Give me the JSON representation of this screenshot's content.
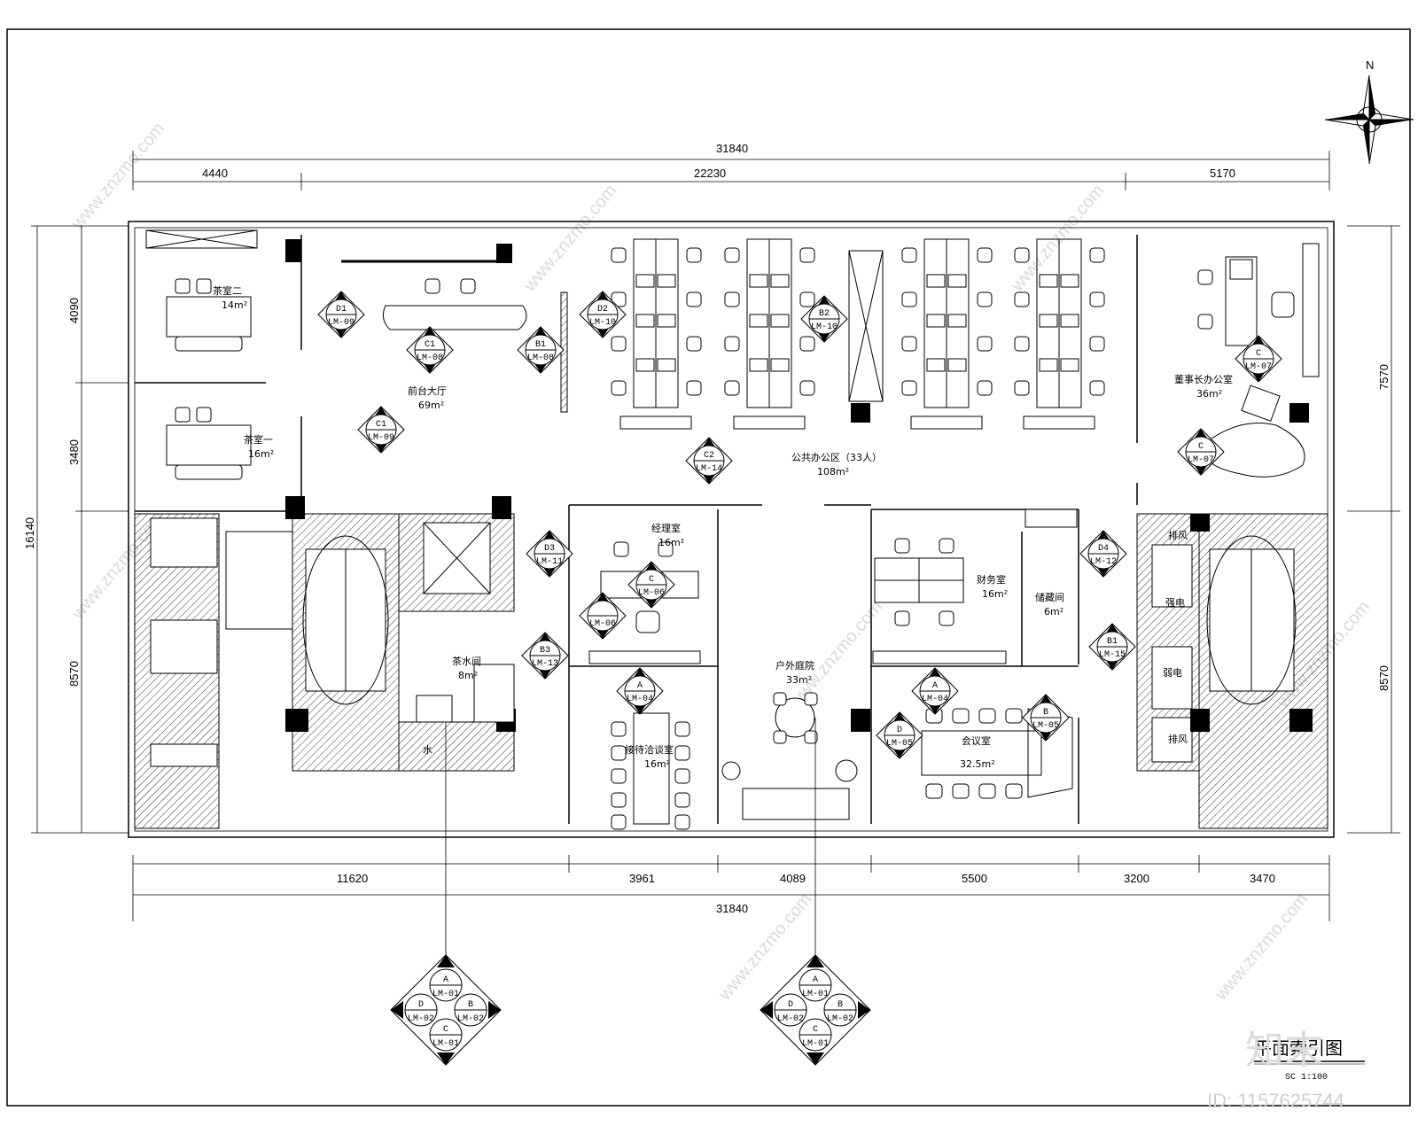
{
  "north_label": "N",
  "dimensions": {
    "top_total": "31840",
    "top_segments": [
      "4440",
      "22230",
      "5170"
    ],
    "bottom_segments": [
      "11620",
      "3961",
      "4089",
      "5500",
      "3200",
      "3470"
    ],
    "bottom_total": "31840",
    "left_total": "16140",
    "left_segments": [
      "4090",
      "3480",
      "8570"
    ],
    "right_segments": [
      "7570",
      "8570"
    ]
  },
  "rooms": {
    "tea2_name": "茶室二",
    "tea2_area": "14m²",
    "tea1_name": "茶室一",
    "tea1_area": "16m²",
    "lobby_name": "前台大厅",
    "lobby_area": "69m²",
    "office_name": "公共办公区（33人）",
    "office_area": "108m²",
    "gm_name": "董事长办公室",
    "gm_area": "36m²",
    "manager_name": "经理室",
    "manager_area": "16m²",
    "finance_name": "财务室",
    "finance_area": "16m²",
    "storage_name": "储藏间",
    "storage_area": "6m²",
    "water_name": "茶水间",
    "water_area": "8m²",
    "reception_name": "接待洽谈室",
    "reception_area": "16m²",
    "court_name": "户外庭院",
    "court_area": "33m²",
    "meeting_name": "会议室",
    "meeting_area": "32.5m²",
    "shaft1": "排风",
    "shaft2": "强电",
    "shaft3": "弱电",
    "shaft4": "排风",
    "water_mark": "水"
  },
  "tags": [
    {
      "letter": "D1",
      "code": "LM-09"
    },
    {
      "letter": "C1",
      "code": "LM-08"
    },
    {
      "letter": "B1",
      "code": "LM-08"
    },
    {
      "letter": "D2",
      "code": "LM-10"
    },
    {
      "letter": "B2",
      "code": "LM-10"
    },
    {
      "letter": "C1",
      "code": "LM-09"
    },
    {
      "letter": "C2",
      "code": "LM-14"
    },
    {
      "letter": "C",
      "code": "LM-07"
    },
    {
      "letter": "C",
      "code": "LM-07"
    },
    {
      "letter": "D3",
      "code": "LM-11"
    },
    {
      "letter": "C",
      "code": "LM-06"
    },
    {
      "letter": "",
      "code": "LM-06"
    },
    {
      "letter": "D4",
      "code": "LM-12"
    },
    {
      "letter": "B1",
      "code": "LM-15"
    },
    {
      "letter": "B3",
      "code": "LM-13"
    },
    {
      "letter": "A",
      "code": "LM-04"
    },
    {
      "letter": "A",
      "code": "LM-04"
    },
    {
      "letter": "D",
      "code": "LM-05"
    },
    {
      "letter": "B",
      "code": "LM-05"
    }
  ],
  "compass_tags": [
    {
      "a": "A",
      "b": "B",
      "c": "C",
      "d": "D",
      "top": "LM-01",
      "left": "LM-02",
      "right": "LM-02",
      "bottom": "LM-01"
    },
    {
      "a": "A",
      "b": "B",
      "c": "C",
      "d": "D",
      "top": "LM-01",
      "left": "LM-02",
      "right": "LM-02",
      "bottom": "LM-01"
    }
  ],
  "title": "平面索引图",
  "scale": "SC    1:100",
  "watermark": "www.znzmo.com",
  "logo": "知末",
  "id_label": "ID: 1157625744"
}
